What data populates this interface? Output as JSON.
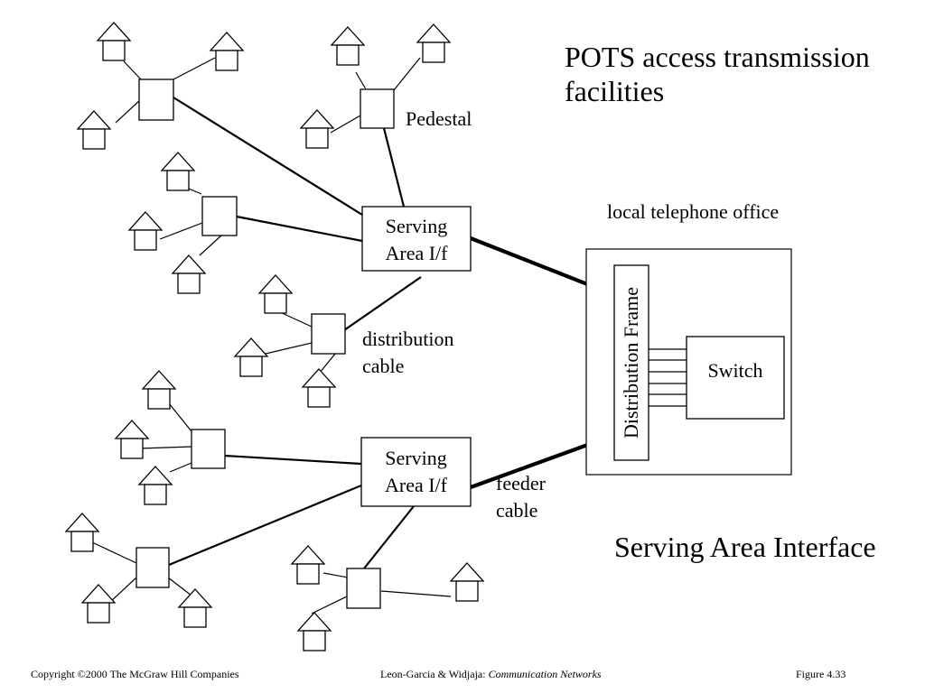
{
  "title": {
    "line1": "POTS access transmission",
    "line2": "facilities"
  },
  "labels": {
    "pedestal": "Pedestal",
    "local_telephone_office": "local telephone office",
    "distribution_cable_line1": "distribution",
    "distribution_cable_line2": "cable",
    "feeder_cable_line1": "feeder",
    "feeder_cable_line2": "cable",
    "serving_area_interface": "Serving Area Interface"
  },
  "boxes": {
    "sai_top": {
      "line1": "Serving",
      "line2": "Area I/f"
    },
    "sai_bottom": {
      "line1": "Serving",
      "line2": "Area I/f"
    },
    "distribution_frame": "Distribution Frame",
    "switch": "Switch"
  },
  "icons": {
    "house": "house-icon",
    "pedestal": "pedestal-box"
  },
  "footer": {
    "copyright": "Copyright ©2000 The McGraw Hill Companies",
    "authors": "Leon-Garcia & Widjaja:",
    "book": "Communication Networks",
    "figure": "Figure 4.33"
  },
  "colors": {
    "stroke": "#000000",
    "background": "#ffffff"
  }
}
